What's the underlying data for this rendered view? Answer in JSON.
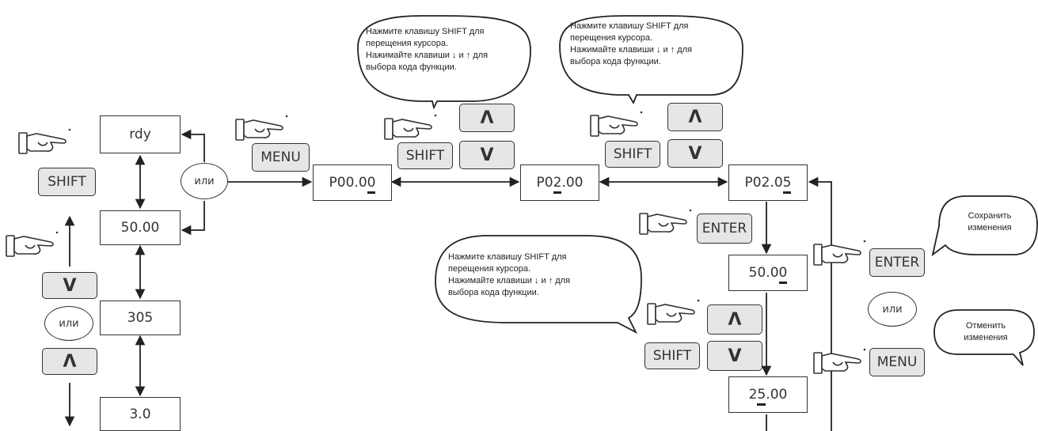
{
  "left_column": {
    "shift_key": "SHIFT",
    "down_key": "V",
    "or_label": "или",
    "up_key": "Λ"
  },
  "displays": {
    "rdy": "rdy",
    "v5000": "50.00",
    "v305": "305",
    "v30": "3.0"
  },
  "or_center": "или",
  "menu_key": "MENU",
  "p0000": {
    "pre": "P00.0",
    "ul": "0",
    "post": ""
  },
  "p0200": {
    "pre": "P0",
    "ul": "2",
    "post": ".00"
  },
  "p0205": {
    "pre": "P02.0",
    "ul": "5",
    "post": ""
  },
  "keys_group1": {
    "shift": "SHIFT",
    "up": "Λ",
    "down": "V"
  },
  "keys_group2": {
    "shift": "SHIFT",
    "up": "Λ",
    "down": "V"
  },
  "enter_key": "ENTER",
  "val_5000": {
    "pre": "50.0",
    "ul": "0",
    "post": ""
  },
  "keys_group3": {
    "shift": "SHIFT",
    "up": "Λ",
    "down": "V"
  },
  "val_2500": {
    "pre": "2",
    "ul": "5",
    "post": ".00"
  },
  "right_column": {
    "enter_key": "ENTER",
    "or_label": "или",
    "menu_key": "MENU"
  },
  "callout1": {
    "lines": [
      "Нажмите клавишу SHIFT для",
      "перещения курсора.",
      "Нажимайте клавиши ↓ и ↑ для",
      "выбора кода функции."
    ]
  },
  "callout2": {
    "lines": [
      "Нажмите клавишу SHIFT для",
      "перещения курсора.",
      "Нажимайте клавиши ↓ и ↑ для",
      "выбора кода функции."
    ]
  },
  "callout3": {
    "lines": [
      "Нажмите клавишу SHIFT для",
      "перещения курсора.",
      "Нажимайте клавиши ↓ и ↑ для",
      "выбора кода функции."
    ]
  },
  "callout_save": {
    "lines": [
      "Сохранить",
      "изменения"
    ]
  },
  "callout_cancel": {
    "lines": [
      "Отменить",
      "изменения"
    ]
  }
}
